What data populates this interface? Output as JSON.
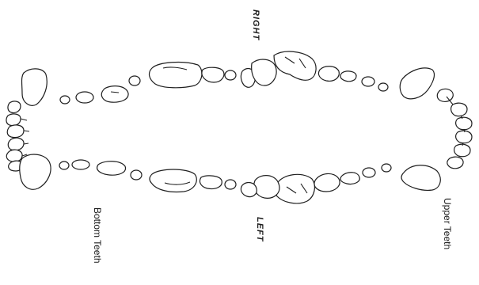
{
  "labels": {
    "right": "RIGHT",
    "left": "LEFT",
    "upper": "Upper Teeth",
    "bottom": "Bottom Teeth"
  },
  "colors": {
    "ink": "#1f1f1f",
    "paper": "#ffffff"
  }
}
